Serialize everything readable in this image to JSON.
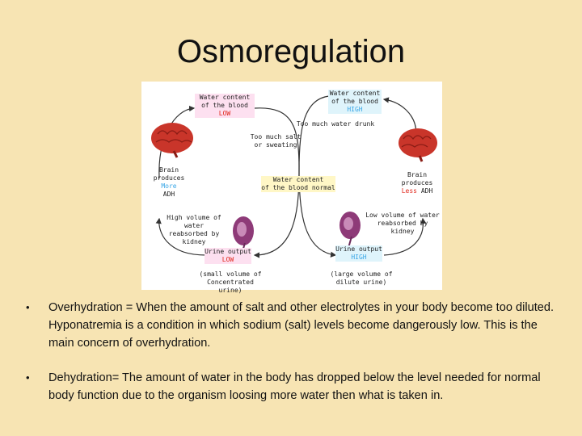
{
  "title": "Osmoregulation",
  "diagram": {
    "wc_low_1": "Water content",
    "wc_low_2": "of the blood",
    "wc_low_3": "LOW",
    "wc_high_1": "Water content",
    "wc_high_2": "of the blood",
    "wc_high_3": "HIGH",
    "too_much_water": "Too much water drunk",
    "too_much_salt_1": "Too much salt",
    "too_much_salt_2": "or sweating",
    "normal_1": "Water content",
    "normal_2": "of the blood normal",
    "brain_left_1": "Brain",
    "brain_left_2": "produces",
    "brain_left_3": "More",
    "brain_left_4": "ADH",
    "brain_right_1": "Brain",
    "brain_right_2": "produces",
    "brain_right_3": "Less",
    "brain_right_4": "ADH",
    "high_reabsorb_1": "High volume of water",
    "high_reabsorb_2": "reabsorbed by kidney",
    "low_reabsorb_1": "Low volume of water",
    "low_reabsorb_2": "reabsorbed by kidney",
    "urine_low_1": "Urine output",
    "urine_low_2": "LOW",
    "urine_high_1": "Urine output",
    "urine_high_2": "HIGH",
    "small_vol_1": "(small volume of",
    "small_vol_2": "Concentrated urine)",
    "large_vol_1": "(large volume of",
    "large_vol_2": "dilute urine)"
  },
  "bullets": [
    "Overhydration = When the amount of salt and other electrolytes in your body become too diluted. Hyponatremia is a condition in which sodium (salt) levels become dangerously low. This is the main concern of overhydration.",
    "Dehydration= The amount of water in the body has dropped below the level needed for normal body function due to the organism loosing more water then what is taken in."
  ],
  "bullet_glyph": "•",
  "colors": {
    "background": "#f7e4b3",
    "red": "#e0261b",
    "blue": "#39a6e6"
  }
}
